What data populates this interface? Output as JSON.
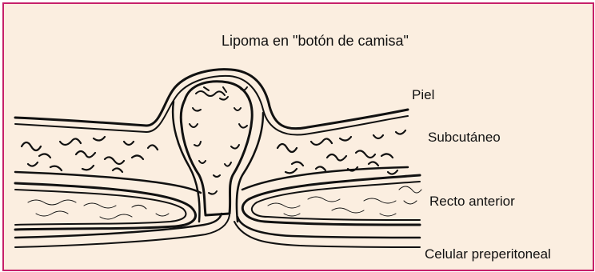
{
  "title": "Lipoma en \"botón de camisa\"",
  "labels": {
    "piel": "Piel",
    "subcutaneo": "Subcutáneo",
    "recto": "Recto anterior",
    "celular": "Celular preperitoneal"
  },
  "colors": {
    "border": "#c6206a",
    "background": "#fbeee0",
    "ink": "#111111"
  }
}
